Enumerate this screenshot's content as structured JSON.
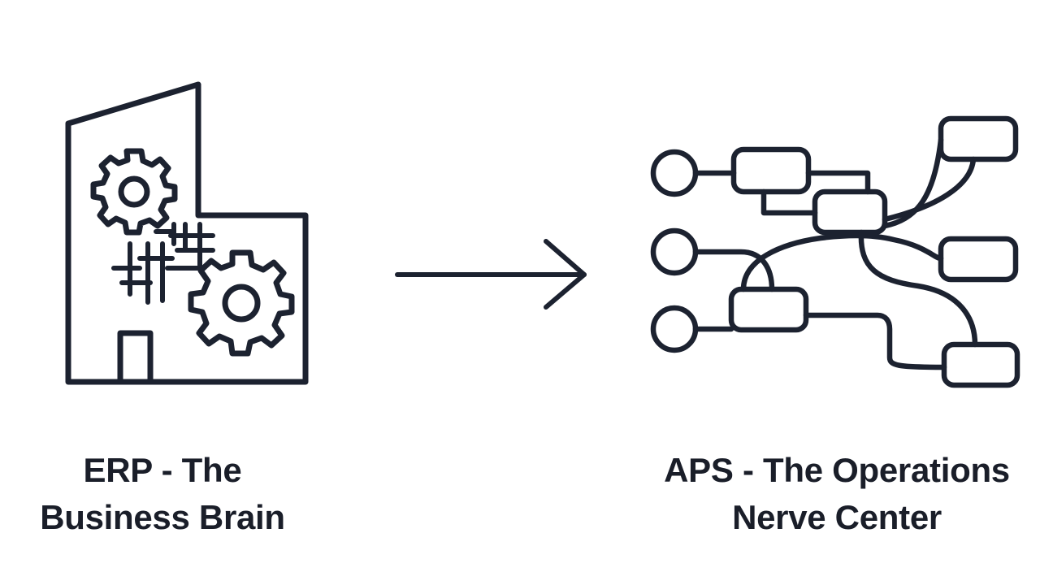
{
  "colors": {
    "stroke": "#1c2230",
    "text": "#1a1e29",
    "background": "#ffffff"
  },
  "erp": {
    "icon": "factory-gears-icon",
    "label_line1": "ERP - The",
    "label_line2": "Business Brain"
  },
  "arrow": {
    "icon": "right-arrow-icon"
  },
  "aps": {
    "icon": "network-flow-icon",
    "label_line1": "APS - The Operations",
    "label_line2": "Nerve Center"
  }
}
